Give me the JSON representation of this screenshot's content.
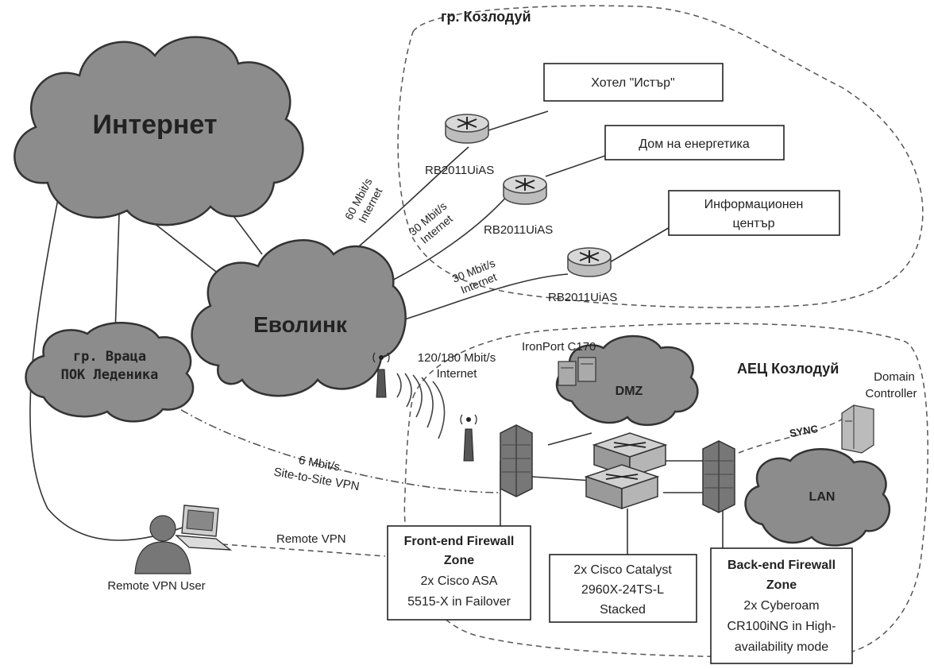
{
  "zones": {
    "kozloduy_town": "гр. Козлодуй",
    "npp": "АЕЦ Козлодуй"
  },
  "clouds": {
    "internet": "Интернет",
    "evolink": "Еволинк",
    "vratsa_line1": "гр. Враца",
    "vratsa_line2": "ПОК Леденика",
    "dmz": "DMZ",
    "lan": "LAN"
  },
  "sites": {
    "hotel": "Хотел \"Истър\"",
    "energy_home": "Дом на енергетика",
    "info_center_line1": "Информационен",
    "info_center_line2": "център"
  },
  "routers": {
    "r1": "RB2011UiAS",
    "r2": "RB2011UiAS",
    "r3": "RB2011UiAS"
  },
  "links": {
    "l60_line1": "60 Mbit/s",
    "l60_line2": "Internet",
    "l30a_line1": "30 Mbit/s",
    "l30a_line2": "Internet",
    "l30b_line1": "30 Mbit/s",
    "l30b_line2": "Internet",
    "wireless_line1": "120/180 Mbit/s",
    "wireless_line2": "Internet",
    "s2s_line1": "6 Mbit/s",
    "s2s_line2": "Site-to-Site VPN",
    "remote_vpn": "Remote VPN",
    "sync": "SYNC"
  },
  "devices": {
    "ironport": "IronPort C170",
    "dc_line1": "Domain",
    "dc_line2": "Controller",
    "remote_user": "Remote VPN User"
  },
  "boxes": {
    "frontend": [
      "Front-end Firewall",
      "Zone",
      "2x Cisco ASA",
      "5515-X in Failover"
    ],
    "switch": [
      "2x Cisco Catalyst",
      "2960X-24TS-L",
      "Stacked"
    ],
    "backend": [
      "Back-end Firewall",
      "Zone",
      "2x Cyberoam",
      "CR100iNG in High-",
      "availability mode"
    ]
  }
}
